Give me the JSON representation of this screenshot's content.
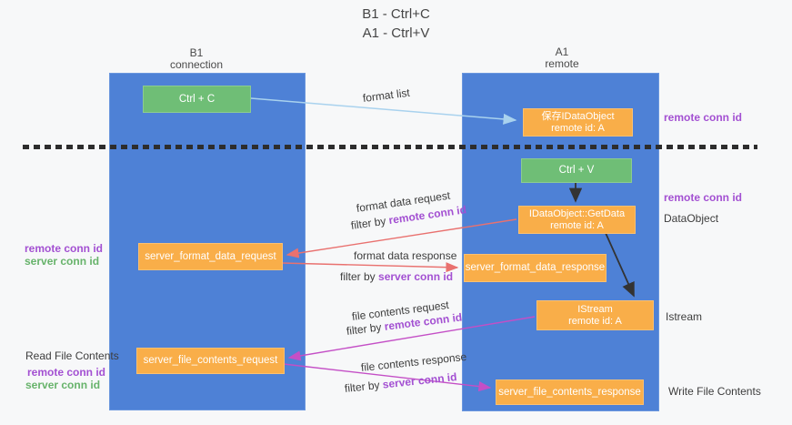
{
  "title": {
    "line1": "B1 - Ctrl+C",
    "line2": "A1 - Ctrl+V"
  },
  "columns": {
    "left": {
      "name": "B1",
      "role": "connection"
    },
    "right": {
      "name": "A1",
      "role": "remote"
    }
  },
  "nodes": {
    "ctrl_c": {
      "label": "Ctrl + C"
    },
    "save_idataobject": {
      "line1": "保存IDataObject",
      "line2": "remote id: A"
    },
    "ctrl_v": {
      "label": "Ctrl + V"
    },
    "getdata": {
      "line1": "IDataObject::GetData",
      "line2": "remote id: A"
    },
    "format_request": {
      "label": "server_format_data_request"
    },
    "format_response": {
      "label": "server_format_data_response"
    },
    "istream": {
      "line1": "IStream",
      "line2": "remote id: A"
    },
    "file_request": {
      "label": "server_file_contents_request"
    },
    "file_response": {
      "label": "server_file_contents_response"
    }
  },
  "flow_labels": {
    "format_list": "format list",
    "format_data_request": "format data request",
    "format_data_request_filter_prefix": "filter by ",
    "format_data_request_filter_highlight": "remote conn id",
    "format_data_response": "format data response",
    "format_data_response_filter_prefix": "filter by ",
    "format_data_response_filter_highlight": "server conn id",
    "file_contents_request": "file contents request",
    "file_contents_request_filter_prefix": "filter by ",
    "file_contents_request_filter_highlight": "remote conn id",
    "file_contents_response": "file contents response",
    "file_contents_response_filter_prefix": "filter by ",
    "file_contents_response_filter_highlight": "server conn id"
  },
  "side_labels": {
    "right_remote_conn_id_top": "remote conn id",
    "right_remote_conn_id_mid": "remote conn id",
    "dataobject": "DataObject",
    "istream": "Istream",
    "write_file_contents": "Write File Contents",
    "left_remote_conn_id_top": "remote conn id",
    "left_server_conn_id_top": "server conn id",
    "read_file_contents": "Read File Contents",
    "left_remote_conn_id_bottom": "remote conn id",
    "left_server_conn_id_bottom": "server conn id"
  },
  "colors": {
    "background": "#f7f8f9",
    "column_blue": "#4e81d6",
    "box_green": "#6fbe76",
    "box_orange": "#f9ae49",
    "arrow_light_blue": "#a9d2ee",
    "arrow_red": "#e9716f",
    "arrow_magenta": "#c44fc6",
    "arrow_black": "#333333",
    "text_purple": "#a350d2",
    "text_green": "#67b36b",
    "dashed_line": "#2d2d2d"
  }
}
